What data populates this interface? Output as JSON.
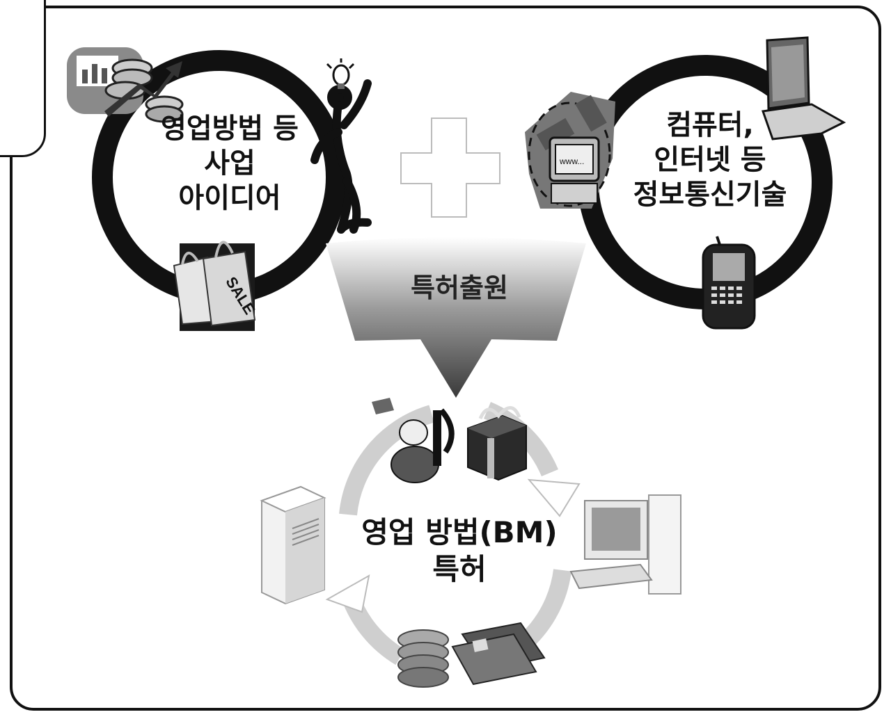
{
  "question_tab": {
    "mark": "?"
  },
  "left_circle": {
    "lines": [
      "영업방법 등",
      "사업",
      "아이디어"
    ]
  },
  "right_circle": {
    "lines": [
      "컴퓨터,",
      "인터넷 등",
      "정보통신기술"
    ]
  },
  "plus_icon": "plus-icon",
  "arrow": {
    "label": "특허출원"
  },
  "bottom_cycle": {
    "lines": [
      "영업 방법(BM)",
      "특허"
    ]
  },
  "clipart": {
    "sale_bag_text": "SALE",
    "screen_text": "www..."
  }
}
